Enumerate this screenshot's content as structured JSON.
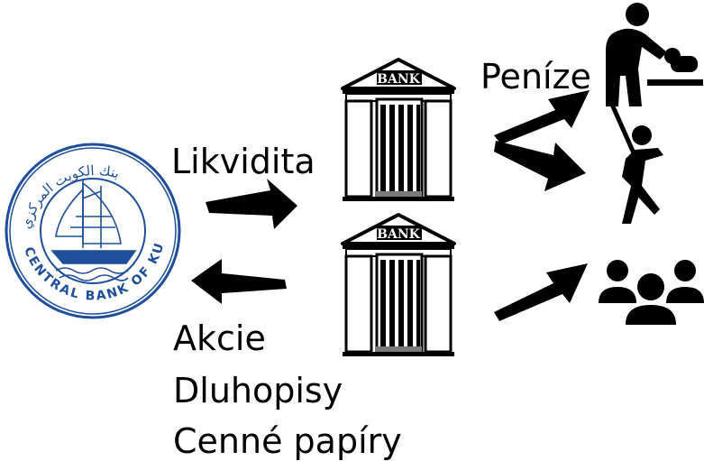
{
  "colors": {
    "ink": "#000000",
    "seal_blue": "#1f4e9a",
    "seal_bg": "#ffffff",
    "bank_base": "#7a7a7a"
  },
  "seal": {
    "arabic_text": "بنك الكويت المركزي",
    "latin_text": "CENTRAL BANK OF KUWAIT"
  },
  "banks": [
    {
      "sign": "BANK"
    },
    {
      "sign": "BANK"
    }
  ],
  "labels": {
    "liquidity": "Likvidita",
    "money": "Peníze",
    "assets": [
      "Akcie",
      "Dluhopisy",
      "Cenné papíry"
    ]
  },
  "icons": [
    "parent-changing-baby-icon",
    "golfer-icon",
    "people-group-icon"
  ]
}
